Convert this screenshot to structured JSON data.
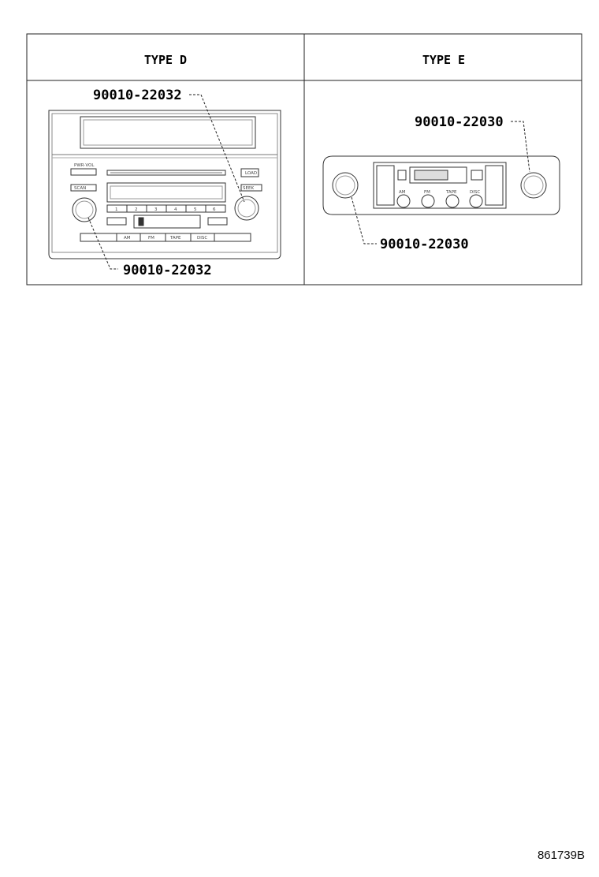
{
  "panels": {
    "type_d": {
      "header": "TYPE D",
      "part_top": "90010-22032",
      "part_bottom": "90010-22032",
      "buttons": {
        "pwr": "PWR·VOL",
        "load": "LOAD",
        "scan": "SCAN",
        "seek": "SEEK",
        "n1": "1",
        "n2": "2",
        "n3": "3",
        "n4": "4",
        "n5": "5",
        "n6": "6",
        "am": "AM",
        "fm": "FM",
        "tape": "TAPE",
        "disc": "DISC"
      }
    },
    "type_e": {
      "header": "TYPE E",
      "part_top": "90010-22030",
      "part_bottom": "90010-22030",
      "buttons": {
        "am": "AM",
        "fm": "FM",
        "tape": "TAPE",
        "disc": "DISC"
      }
    }
  },
  "reference_code": "861739B"
}
